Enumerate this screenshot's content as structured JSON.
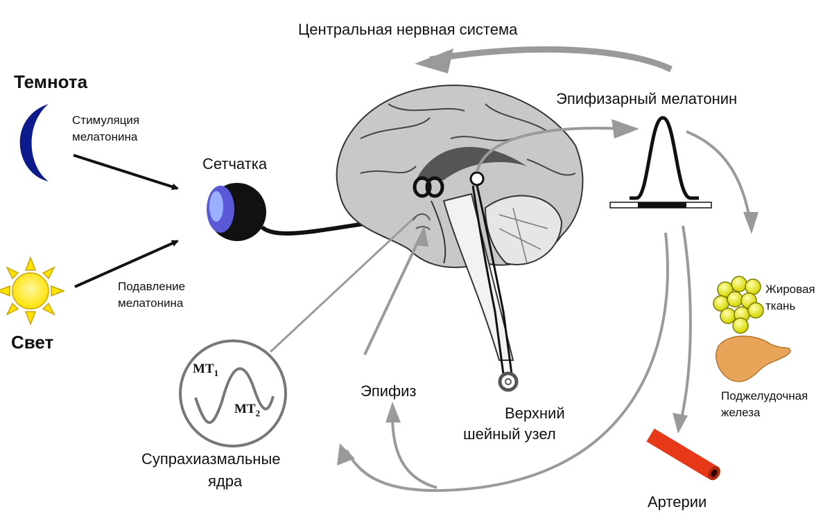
{
  "labels": {
    "cns": "Центральная нервная система",
    "darkness": "Темнота",
    "light": "Свет",
    "stimulation": [
      "Стимуляция",
      "мелатонина"
    ],
    "suppression": [
      "Подавление",
      "мелатонина"
    ],
    "retina": "Сетчатка",
    "pineal_melatonin": "Эпифизарный мелатонин",
    "adipose": [
      "Жировая",
      "ткань"
    ],
    "pancreas": [
      "Поджелудочная",
      "железа"
    ],
    "arteries": "Артерии",
    "pineal": "Эпифиз",
    "ganglion": [
      "Верхний",
      "шейный узел"
    ],
    "scn": [
      "Супрахиазмальные",
      "ядра"
    ],
    "mt1": "MT",
    "mt1_sub": "1",
    "mt2": "MT",
    "mt2_sub": "2"
  },
  "colors": {
    "moon": "#0d1a8c",
    "sun": "#ffe600",
    "sun_outline": "#c9a400",
    "arrow_black": "#111111",
    "arrow_gray": "#9a9a9a",
    "brain_fill": "#c8c8c8",
    "artery": "#e8381a",
    "fat": "#e6e600",
    "pancreas": "#e8a55a"
  },
  "icons": [
    "moon-icon",
    "sun-icon",
    "eye-icon",
    "brain-icon",
    "melatonin-peak-icon",
    "fat-cells-icon",
    "pancreas-icon",
    "artery-icon",
    "receptor-circle-icon"
  ]
}
